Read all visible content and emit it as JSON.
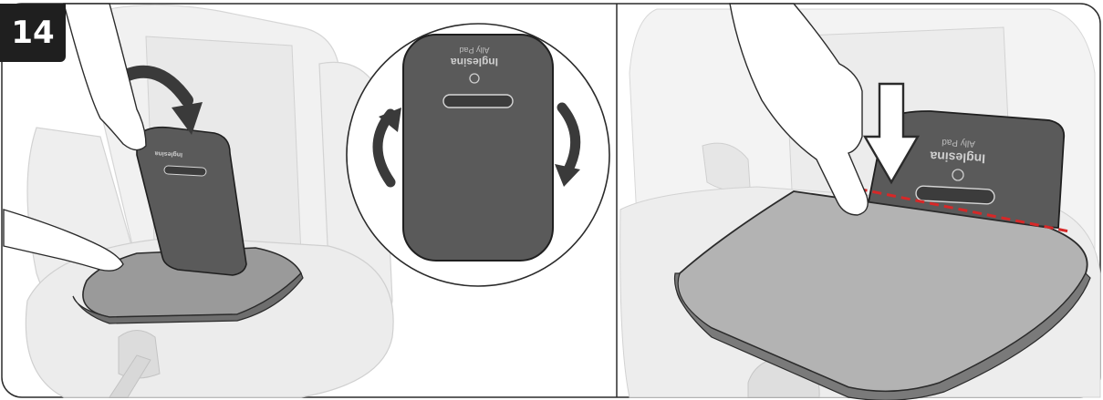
{
  "step": {
    "number": "14"
  },
  "brand": {
    "name": "Inglesina",
    "product": "Ally Pad"
  },
  "colors": {
    "pad": "#5a5a5a",
    "pad_light": "#9a9a9a",
    "seat": "#ececec",
    "outline": "#2b2b2b",
    "arrow": "#3a3a3a",
    "guide_line": "#d62828"
  },
  "panels": [
    {
      "name": "left-panel",
      "content": "hands-inserting-pad"
    },
    {
      "name": "right-panel",
      "content": "finger-pressing-pad-into-seat"
    }
  ]
}
